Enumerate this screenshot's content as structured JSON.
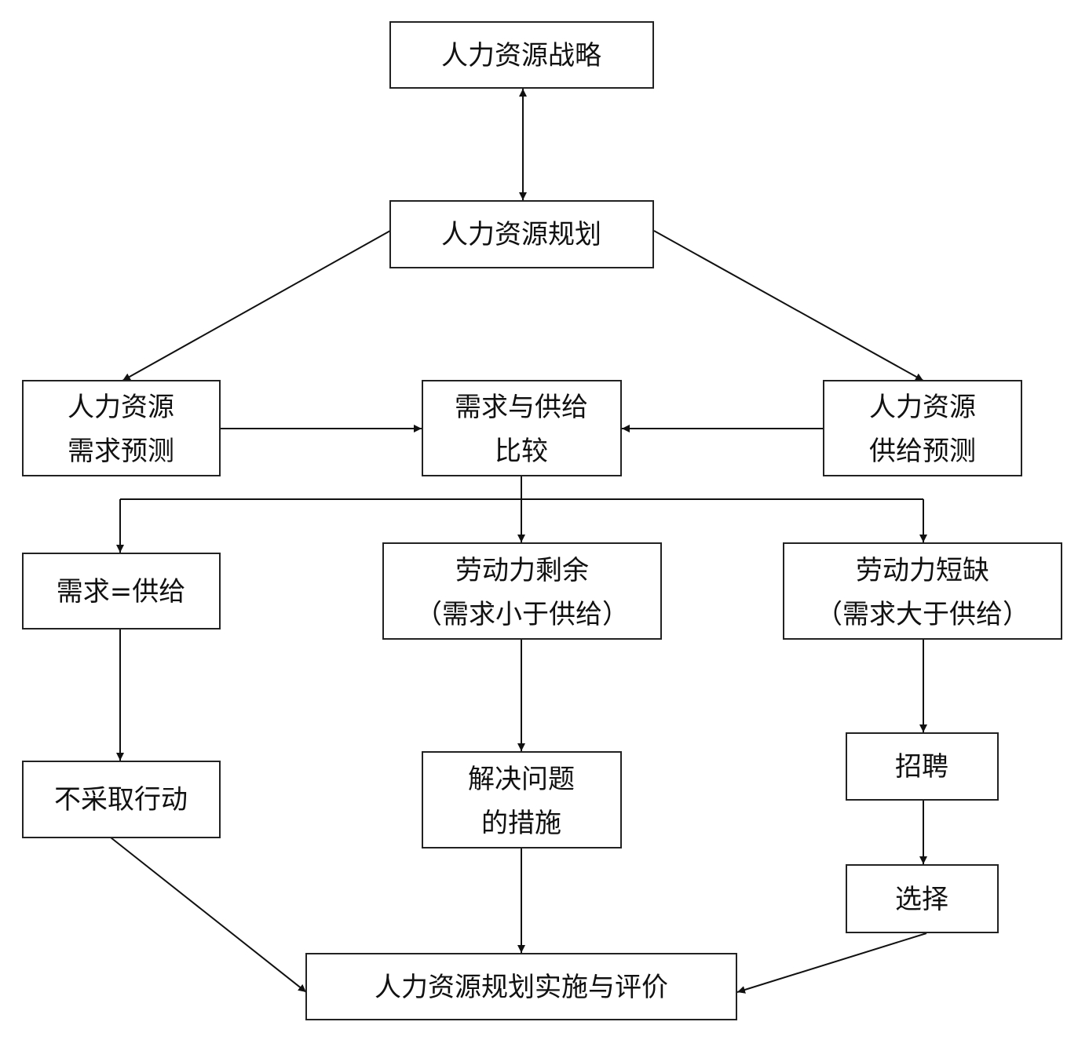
{
  "nodes": {
    "hr_strategy": {
      "lines": [
        "人力资源战略"
      ]
    },
    "hr_planning": {
      "lines": [
        "人力资源规划"
      ]
    },
    "demand_forecast": {
      "lines": [
        "人力资源",
        "需求预测"
      ]
    },
    "compare": {
      "lines": [
        "需求与供给",
        "比较"
      ]
    },
    "supply_forecast": {
      "lines": [
        "人力资源",
        "供给预测"
      ]
    },
    "balance": {
      "lines": [
        "需求=供给"
      ]
    },
    "surplus": {
      "lines": [
        "劳动力剩余",
        "（需求小于供给）"
      ]
    },
    "shortage": {
      "lines": [
        "劳动力短缺",
        "（需求大于供给）"
      ]
    },
    "no_action": {
      "lines": [
        "不采取行动"
      ]
    },
    "measures": {
      "lines": [
        "解决问题",
        "的措施"
      ]
    },
    "recruit": {
      "lines": [
        "招聘"
      ]
    },
    "select": {
      "lines": [
        "选择"
      ]
    },
    "implement": {
      "lines": [
        "人力资源规划实施与评价"
      ]
    }
  },
  "edges": [
    {
      "from": "hr_strategy",
      "to": "hr_planning",
      "bidirectional": true
    },
    {
      "from": "hr_planning",
      "to": "demand_forecast"
    },
    {
      "from": "hr_planning",
      "to": "supply_forecast"
    },
    {
      "from": "demand_forecast",
      "to": "compare"
    },
    {
      "from": "supply_forecast",
      "to": "compare"
    },
    {
      "from": "compare",
      "to": "balance"
    },
    {
      "from": "compare",
      "to": "surplus"
    },
    {
      "from": "compare",
      "to": "shortage"
    },
    {
      "from": "balance",
      "to": "no_action"
    },
    {
      "from": "surplus",
      "to": "measures"
    },
    {
      "from": "shortage",
      "to": "recruit"
    },
    {
      "from": "recruit",
      "to": "select"
    },
    {
      "from": "no_action",
      "to": "implement"
    },
    {
      "from": "measures",
      "to": "implement"
    },
    {
      "from": "select",
      "to": "implement"
    }
  ]
}
